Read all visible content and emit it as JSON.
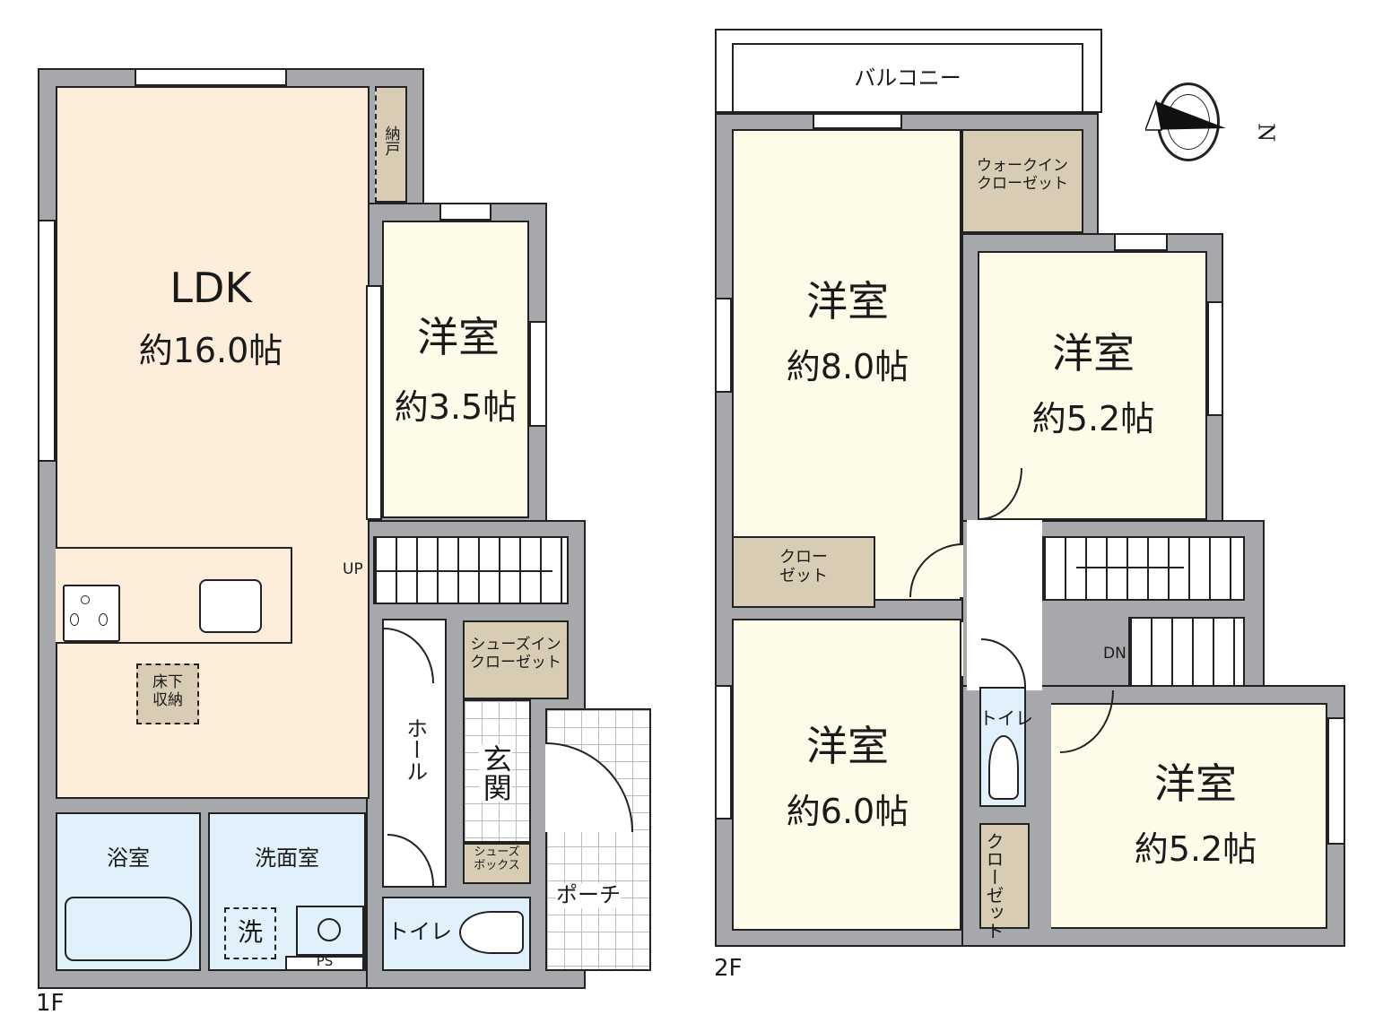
{
  "floors": [
    {
      "label": "1F",
      "rooms": [
        {
          "id": "ldk",
          "name": "LDK",
          "area": "約16.0帖"
        },
        {
          "id": "storeroom",
          "name": "納戸"
        },
        {
          "id": "western-1f",
          "name": "洋室",
          "area": "約3.5帖"
        },
        {
          "id": "underfloor-storage",
          "name": "床下収納"
        },
        {
          "id": "hall",
          "name": "ホール"
        },
        {
          "id": "shoes-in-closet",
          "name": "シューズインクローゼット",
          "lines": [
            "シューズイン",
            "クローゼット"
          ]
        },
        {
          "id": "entrance",
          "name": "玄関"
        },
        {
          "id": "shoes-box",
          "name": "シューズボックス",
          "lines": [
            "シューズ",
            "ボックス"
          ]
        },
        {
          "id": "porch",
          "name": "ポーチ"
        },
        {
          "id": "bathroom",
          "name": "浴室"
        },
        {
          "id": "washroom",
          "name": "洗面室"
        },
        {
          "id": "washer",
          "name": "洗"
        },
        {
          "id": "pipe-space",
          "name": "PS"
        },
        {
          "id": "toilet-1f",
          "name": "トイレ"
        }
      ],
      "stairs_label": "UP"
    },
    {
      "label": "2F",
      "rooms": [
        {
          "id": "balcony",
          "name": "バルコニー"
        },
        {
          "id": "walk-in-closet",
          "name": "ウォークインクローゼット",
          "lines": [
            "ウォークイン",
            "クローゼット"
          ]
        },
        {
          "id": "western-8",
          "name": "洋室",
          "area": "約8.0帖"
        },
        {
          "id": "western-5a",
          "name": "洋室",
          "area": "約5.2帖"
        },
        {
          "id": "closet-a",
          "name": "クローゼット",
          "lines": [
            "クロー",
            "ゼット"
          ]
        },
        {
          "id": "western-6",
          "name": "洋室",
          "area": "約6.0帖"
        },
        {
          "id": "toilet-2f",
          "name": "トイレ"
        },
        {
          "id": "closet-b",
          "name": "クローゼット"
        },
        {
          "id": "western-5b",
          "name": "洋室",
          "area": "約5.2帖"
        }
      ],
      "stairs_label": "DN"
    }
  ],
  "compass": {
    "label": "N"
  },
  "colors": {
    "wall": "#a7a8ab",
    "ldk": "#fdeedb",
    "western": "#fefbe9",
    "storage": "#d8cdb4",
    "wet": "#e0f1fb"
  }
}
